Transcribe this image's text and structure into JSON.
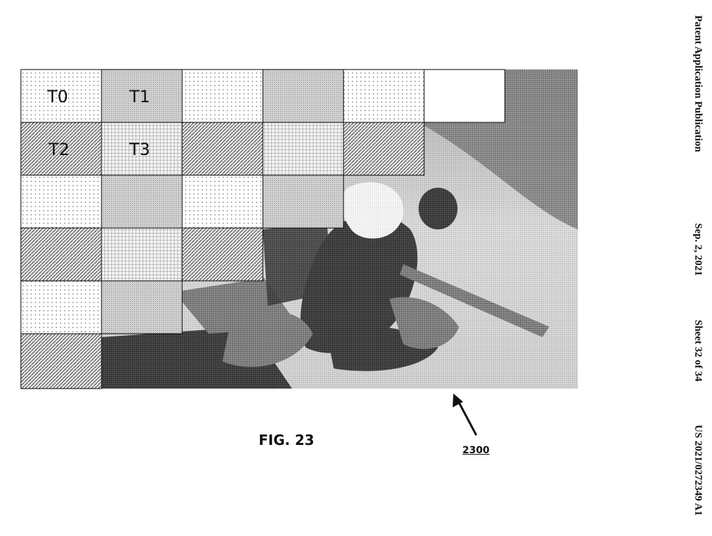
{
  "header": {
    "publication_type": "Patent Application Publication",
    "date": "Sep. 2, 2021",
    "sheet": "Sheet 32 of 34",
    "publication_number": "US 2021/0272349 A1"
  },
  "figure": {
    "label": "FIG. 23",
    "reference_number": "2300",
    "tile_labels": [
      "T0",
      "T1",
      "T2",
      "T3"
    ],
    "grid": {
      "columns": 6,
      "rows": 6,
      "tiles_per_row": [
        6,
        5,
        4,
        3,
        2,
        1
      ]
    }
  }
}
